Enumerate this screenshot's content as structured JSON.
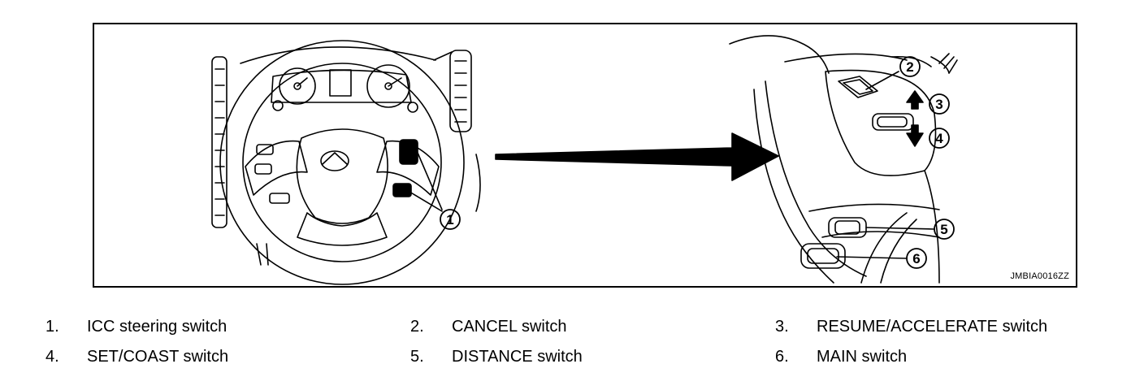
{
  "figure": {
    "code": "JMBIA0016ZZ",
    "callouts": [
      "1",
      "2",
      "3",
      "4",
      "5",
      "6"
    ]
  },
  "legend": [
    {
      "num": "1.",
      "label": "ICC steering switch"
    },
    {
      "num": "2.",
      "label": "CANCEL switch"
    },
    {
      "num": "3.",
      "label": "RESUME/ACCELERATE switch"
    },
    {
      "num": "4.",
      "label": "SET/COAST switch"
    },
    {
      "num": "5.",
      "label": "DISTANCE switch"
    },
    {
      "num": "6.",
      "label": "MAIN switch"
    }
  ]
}
